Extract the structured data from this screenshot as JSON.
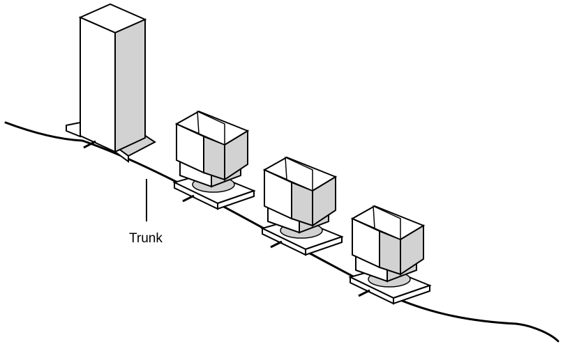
{
  "diagram": {
    "trunk_label": "Trunk"
  },
  "colors": {
    "background": "#ffffff",
    "line": "#000000",
    "light_face": "#ffffff",
    "shaded_face": "#d2d2d2"
  },
  "components": [
    "server-tower",
    "workstation-1",
    "workstation-2",
    "workstation-3",
    "trunk-cable"
  ]
}
